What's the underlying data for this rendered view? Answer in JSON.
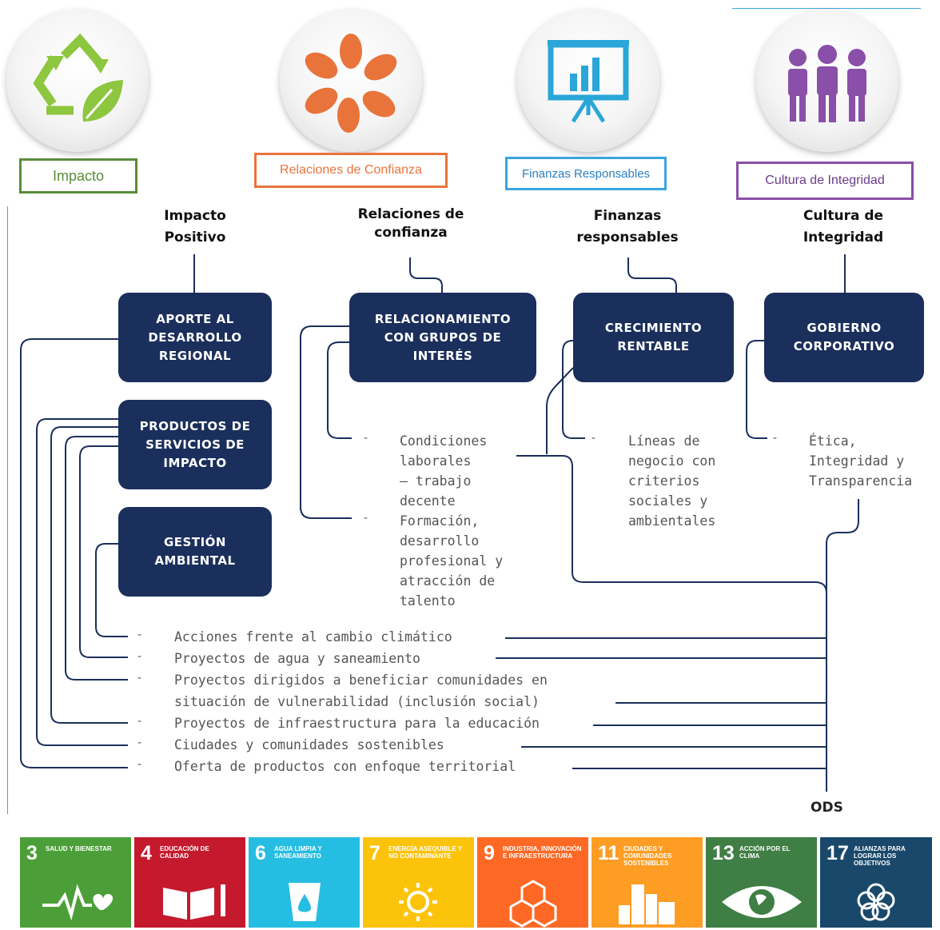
{
  "header": {
    "tags": [
      {
        "label": "Impacto",
        "color": "#5b8c3a"
      },
      {
        "label": "Relaciones de Confianza",
        "color": "#e8743b"
      },
      {
        "label": "Finanzas Responsables",
        "color": "#3aa6dd"
      },
      {
        "label": "Cultura de Integridad",
        "color": "#8a4fa8"
      }
    ],
    "icons": [
      "recycle-leaf-icon",
      "hands-circle-icon",
      "presentation-chart-icon",
      "people-group-icon"
    ]
  },
  "pillars": [
    {
      "title_line1": "Impacto",
      "title_line2": "Positivo"
    },
    {
      "title_line1": "Relaciones de",
      "title_line2": "confianza"
    },
    {
      "title_line1": "Finanzas",
      "title_line2": "responsables"
    },
    {
      "title_line1": "Cultura de",
      "title_line2": "Integridad"
    }
  ],
  "boxes": [
    {
      "line1": "APORTE AL",
      "line2": "DESARROLLO",
      "line3": "REGIONAL"
    },
    {
      "line1": "PRODUCTOS DE",
      "line2": "SERVICIOS DE",
      "line3": "IMPACTO"
    },
    {
      "line1": "GESTIÓN",
      "line2": "AMBIENTAL"
    },
    {
      "line1": "RELACIONAMIENTO",
      "line2": "CON GRUPOS DE",
      "line3": "INTERÉS"
    },
    {
      "line1": "CRECIMIENTO",
      "line2": "RENTABLE"
    },
    {
      "line1": "GOBIERNO",
      "line2": "CORPORATIVO"
    }
  ],
  "sub_items": {
    "relaciones": [
      {
        "lines": [
          "Condiciones",
          "laborales",
          "– trabajo",
          "decente"
        ]
      },
      {
        "lines": [
          "Formación,",
          "desarrollo",
          "profesional y",
          "atracción de",
          "talento"
        ]
      }
    ],
    "finanzas": {
      "lines": [
        "Líneas de",
        "negocio con",
        "criterios",
        "sociales y",
        "ambientales"
      ]
    },
    "integridad": {
      "lines": [
        "Ética,",
        "Integridad y",
        "Transparencia"
      ]
    }
  },
  "bullet_char": "-",
  "impact_items": [
    "Acciones frente al cambio climático",
    "Proyectos de agua y saneamiento",
    "Proyectos dirigidos a beneficiar comunidades en",
    "situación de vulnerabilidad (inclusión social)",
    "Proyectos de infraestructura para la educación",
    "Ciudades y comunidades sostenibles",
    "Oferta de productos con enfoque territorial"
  ],
  "ods_label": "ODS",
  "sdgs": [
    {
      "number": "3",
      "label": "SALUD Y BIENESTAR",
      "color": "#4c9f38",
      "icon": "heartbeat-icon"
    },
    {
      "number": "4",
      "label": "EDUCACIÓN DE CALIDAD",
      "color": "#c5192d",
      "icon": "book-pencil-icon"
    },
    {
      "number": "6",
      "label": "AGUA LIMPIA Y SANEAMIENTO",
      "color": "#26bde2",
      "icon": "water-glass-icon"
    },
    {
      "number": "7",
      "label": "ENERGÍA ASEQUIBLE Y NO CONTAMINANTE",
      "color": "#fcc30b",
      "icon": "sun-power-icon"
    },
    {
      "number": "9",
      "label": "INDUSTRIA, INNOVACIÓN E INFRAESTRUCTURA",
      "color": "#fd6925",
      "icon": "cubes-icon"
    },
    {
      "number": "11",
      "label": "CIUDADES Y COMUNIDADES SOSTENIBLES",
      "color": "#fd9d24",
      "icon": "city-buildings-icon"
    },
    {
      "number": "13",
      "label": "ACCIÓN POR EL CLIMA",
      "color": "#3f7e44",
      "icon": "eye-globe-icon"
    },
    {
      "number": "17",
      "label": "ALIANZAS PARA LOGRAR LOS OBJETIVOS",
      "color": "#19486a",
      "icon": "rings-icon"
    }
  ]
}
